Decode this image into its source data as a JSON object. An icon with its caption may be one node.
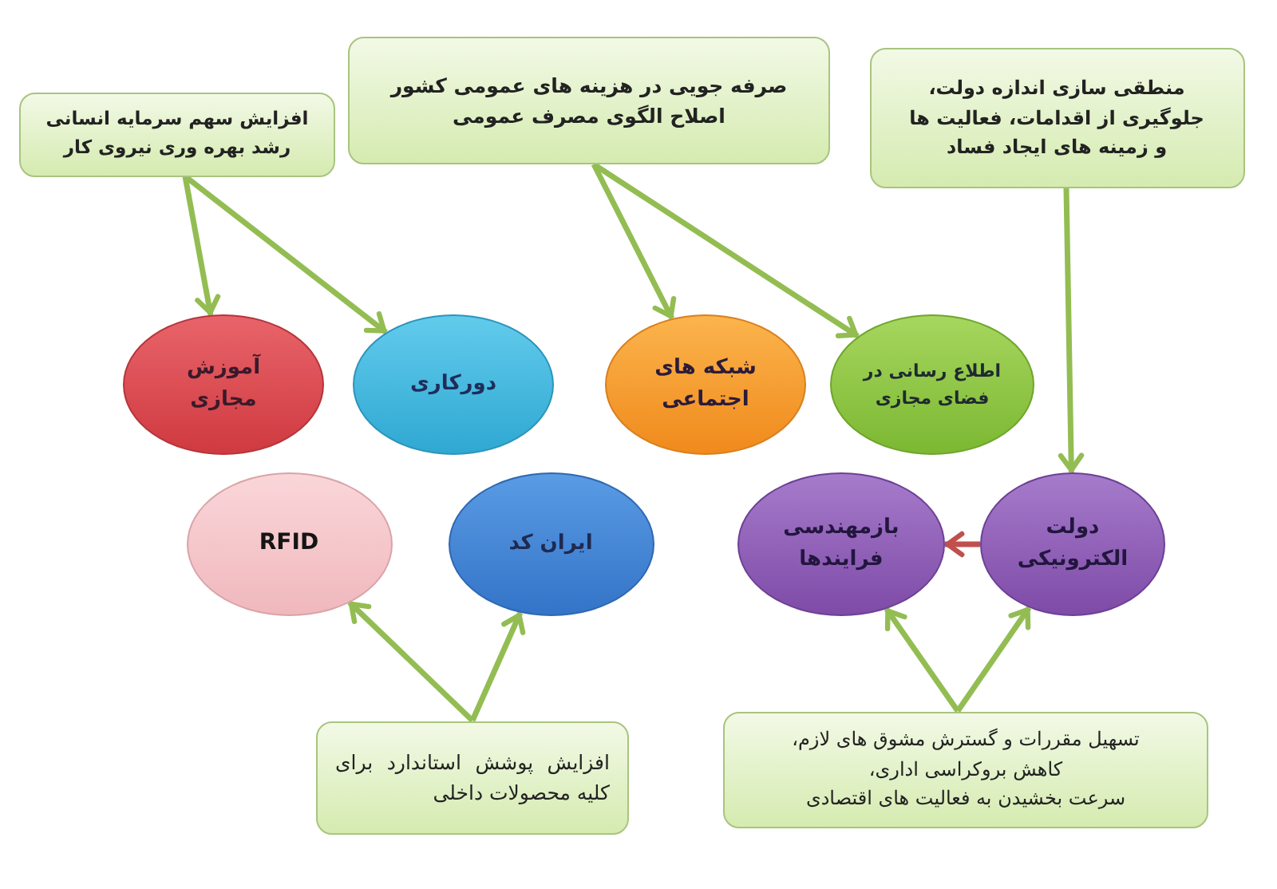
{
  "diagram": {
    "nodes": [
      {
        "text": [
          "افزایش سهم سرمایه انسانی",
          "رشد بهره وری نیروی کار"
        ]
      },
      {
        "text": [
          "صرفه جویی در هزینه های عمومی کشور",
          "اصلاح الگوی مصرف عمومی"
        ]
      },
      {
        "text": [
          "منطقی سازی اندازه دولت، جلوگیری از اقدامات، فعالیت ها و زمینه های ایجاد فساد"
        ]
      },
      {
        "text": [
          "آموزش مجازی"
        ]
      },
      {
        "text": [
          "دورکاری"
        ]
      },
      {
        "text": [
          "شبکه های اجتماعی"
        ]
      },
      {
        "text": [
          "اطلاع رسانی در فضای مجازی"
        ]
      },
      {
        "text": [
          "RFID"
        ]
      },
      {
        "text": [
          "ایران کد"
        ]
      },
      {
        "text": [
          "بازمهندسی فرایندها"
        ]
      },
      {
        "text": [
          "دولت الکترونیکی"
        ]
      },
      {
        "text": [
          "افزایش پوشش استاندارد برای کلیه محصولات داخلی"
        ]
      },
      {
        "text": [
          "تسهیل مقررات و گسترش مشوق های لازم،",
          "کاهش بروکراسی اداری،",
          "سرعت بخشیدن به فعالیت های اقتصادی"
        ]
      }
    ],
    "edges": [
      {
        "from": 0,
        "to": 3,
        "arrow": "to"
      },
      {
        "from": 0,
        "to": 4,
        "arrow": "to"
      },
      {
        "from": 1,
        "to": 5,
        "arrow": "to"
      },
      {
        "from": 1,
        "to": 6,
        "arrow": "to"
      },
      {
        "from": 2,
        "to": 10,
        "arrow": "to"
      },
      {
        "from": 10,
        "to": 9,
        "arrow": "to",
        "color": "#c0504d"
      },
      {
        "from": 11,
        "to": 7,
        "arrow": "to"
      },
      {
        "from": 11,
        "to": 8,
        "arrow": "to"
      },
      {
        "from": 12,
        "to": 9,
        "arrow": "to"
      },
      {
        "from": 12,
        "to": 10,
        "arrow": "to"
      }
    ]
  }
}
